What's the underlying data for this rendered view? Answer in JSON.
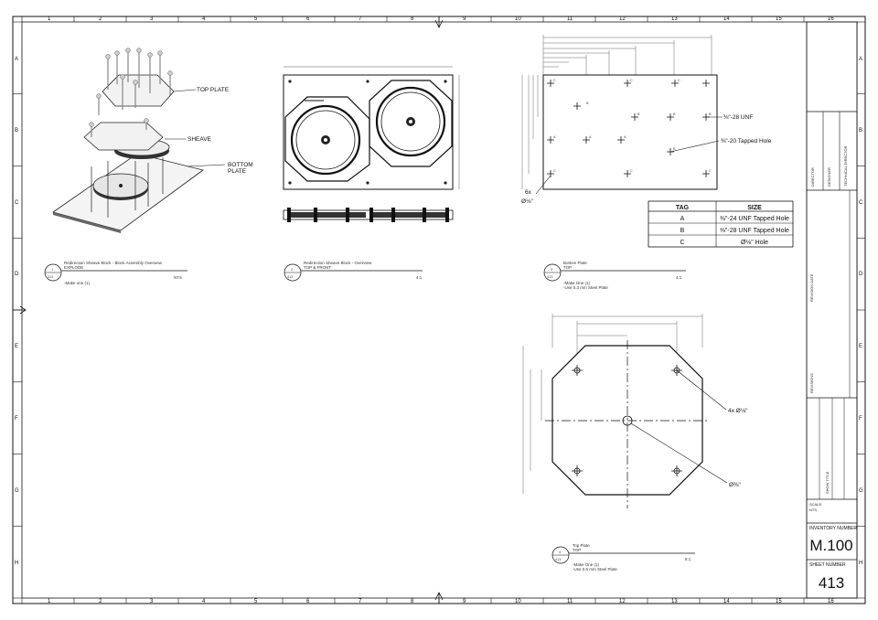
{
  "grid": {
    "columns": [
      "1",
      "2",
      "3",
      "4",
      "5",
      "6",
      "7",
      "8",
      "9",
      "10",
      "11",
      "12",
      "13",
      "14",
      "15",
      "16"
    ],
    "rows": [
      "A",
      "B",
      "C",
      "D",
      "E",
      "F",
      "G",
      "H"
    ]
  },
  "view1": {
    "number": "1",
    "sheet_ref": "413",
    "title": "Redirection Sheave Block - Block Assembly Overview",
    "subtitle": "EXPLODE",
    "scale": "NTS",
    "note1": "-Make one (1)",
    "callouts": {
      "top_plate": "TOP PLATE",
      "sheave": "SHEAVE",
      "bottom_line1": "BOTTOM",
      "bottom_line2": "PLATE"
    }
  },
  "view2": {
    "number": "2",
    "sheet_ref": "413",
    "title": "Redirection Sheave Block - Overview",
    "subtitle": "TOP & FRONT",
    "scale": "4:1"
  },
  "view3": {
    "number": "3",
    "sheet_ref": "413",
    "title": "Bottom Plate",
    "subtitle": "TOP",
    "scale": "4:1",
    "note1": "-Make One (1)",
    "note2": "-Use 0.3 mm Steel Plate",
    "callouts": {
      "unf28": "⅜\"-28 UNF",
      "tapped20": "⅜\"-20 Tapped Hole",
      "holes6x": "6x",
      "holes6x_dia": "Ø⅛\""
    },
    "hole_tags": [
      "C",
      "C",
      "C",
      "B",
      "B",
      "B",
      "A",
      "A",
      "A",
      "B",
      "B",
      "C",
      "C",
      "C"
    ]
  },
  "hole_table": {
    "headers": [
      "TAG",
      "SIZE"
    ],
    "rows": [
      [
        "A",
        "⅜\"-24 UNF Tapped Hole"
      ],
      [
        "B",
        "⅜\"-28 UNF Tapped Hole"
      ],
      [
        "C",
        "Ø⅛\" Hole"
      ]
    ]
  },
  "view4": {
    "number": "4",
    "sheet_ref": "413",
    "title": "Top Plate",
    "subtitle": "TOP",
    "scale": "8:1",
    "note1": "-Make One (1)",
    "note2": "-Use 0.5 mm Steel Plate",
    "callouts": {
      "holes4x": "4x Ø⅛\"",
      "center_dia": "Ø⅜\""
    }
  },
  "title_block": {
    "director": "DIRECTOR",
    "designer": "DESIGNER",
    "technical_director": "TECHNICAL DIRECTOR",
    "revision_date": "REVISION DATE",
    "revisions": "REVISIONS",
    "show_title": "SHOW TITLE",
    "scale_label": "SCALE:",
    "scale_value": "NTS",
    "inventory_label": "INVENTORY NUMBER",
    "inventory_value": "M.100",
    "sheet_label": "SHEET NUMBER",
    "sheet_value": "413"
  }
}
